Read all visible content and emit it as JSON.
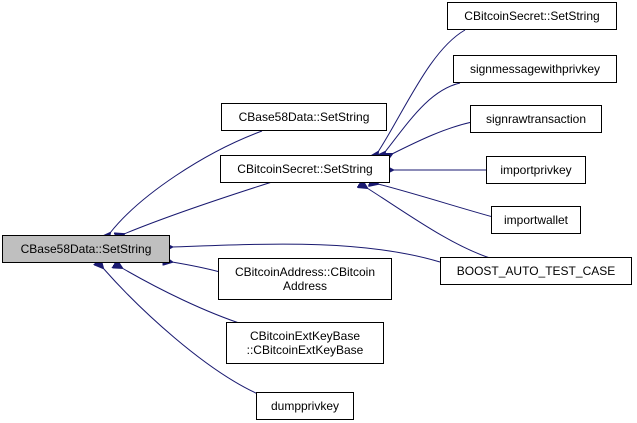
{
  "colors": {
    "edge": "#191970",
    "border": "#000000",
    "root_fill": "#bfbfbf",
    "node_fill": "#ffffff"
  },
  "nodes": {
    "root": "CBase58Data::SetString",
    "base58_setstring": "CBase58Data::SetString",
    "secret_setstring": "CBitcoinSecret::SetString",
    "secret_setstring_top": "CBitcoinSecret::SetString",
    "signmessagewithprivkey": "signmessagewithprivkey",
    "signrawtransaction": "signrawtransaction",
    "importprivkey": "importprivkey",
    "importwallet": "importwallet",
    "boost_auto_test_case": "BOOST_AUTO_TEST_CASE",
    "bitcoin_address_ctor": "CBitcoinAddress::CBitcoin\nAddress",
    "extkeybase_ctor": "CBitcoinExtKeyBase\n::CBitcoinExtKeyBase",
    "dumpprivkey": "dumpprivkey"
  }
}
